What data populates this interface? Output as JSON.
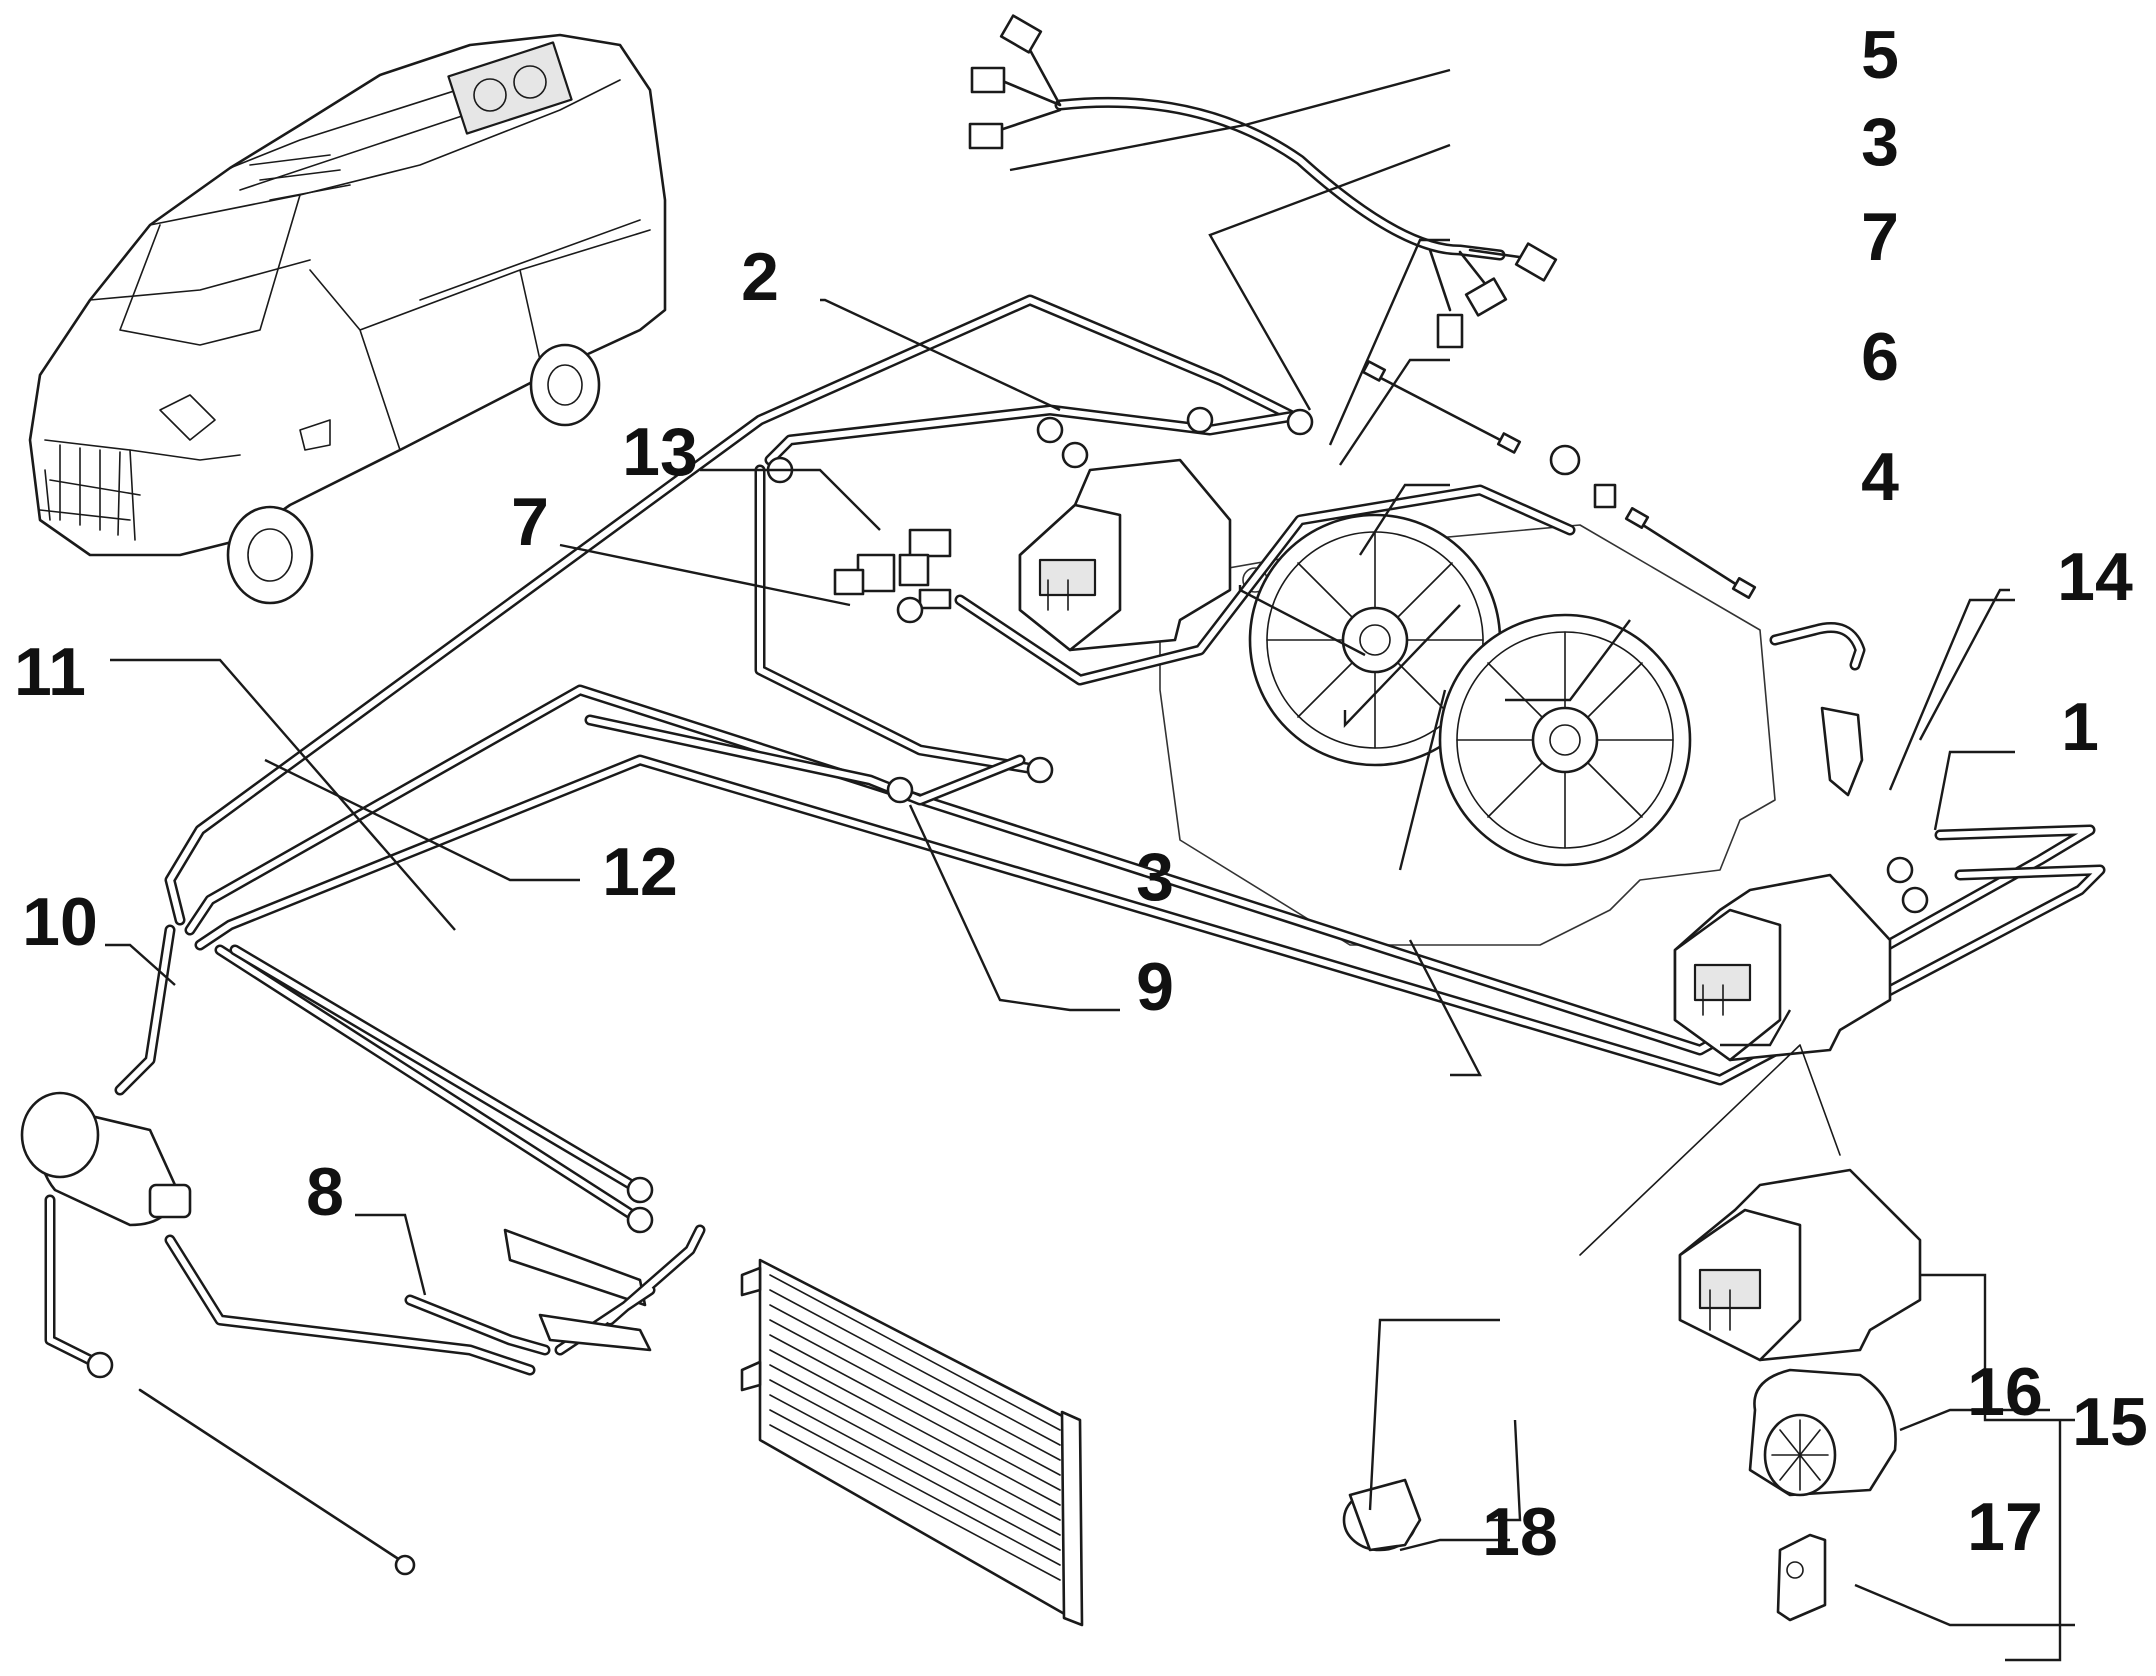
{
  "callouts": {
    "c1": "1",
    "c2": "2",
    "c3a": "3",
    "c3b": "3",
    "c4": "4",
    "c5": "5",
    "c6": "6",
    "c7a": "7",
    "c7b": "7",
    "c8": "8",
    "c9": "9",
    "c10": "10",
    "c11": "11",
    "c12": "12",
    "c13": "13",
    "c14": "14",
    "c15": "15",
    "c16": "16",
    "c17": "17",
    "c18": "18"
  }
}
